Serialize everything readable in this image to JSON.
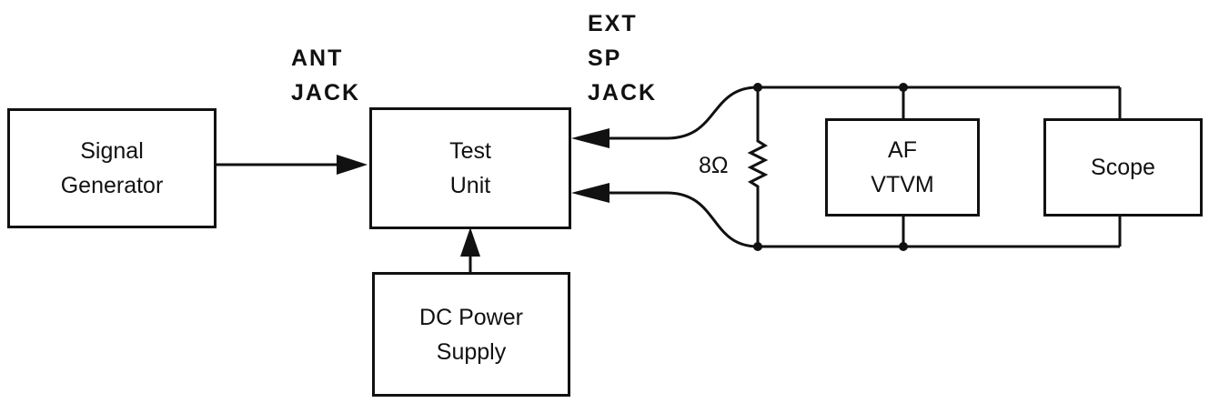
{
  "boxes": {
    "signal_generator": {
      "line1": "Signal",
      "line2": "Generator"
    },
    "test_unit": {
      "line1": "Test",
      "line2": "Unit"
    },
    "dc_power_supply": {
      "line1": "DC Power",
      "line2": "Supply"
    },
    "af_vtvm": {
      "line1": "AF",
      "line2": "VTVM"
    },
    "scope": {
      "label": "Scope"
    }
  },
  "labels": {
    "ant_jack": {
      "line1": "ANT",
      "line2": "JACK"
    },
    "ext_sp_jack": {
      "line1": "EXT",
      "line2": "SP",
      "line3": "JACK"
    },
    "resistor": "8Ω"
  }
}
